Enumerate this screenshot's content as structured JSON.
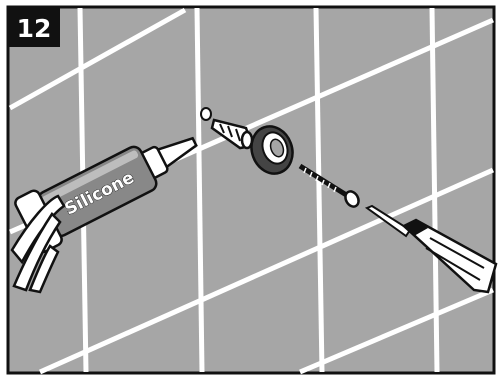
{
  "step": {
    "number": "12"
  },
  "tube": {
    "label": "Silicone"
  },
  "colors": {
    "wall": "#a6a6a6",
    "grout": "#ffffff",
    "outline": "#111111",
    "badge": "#111111"
  },
  "parts": [
    "silicone-tube",
    "wall-plug",
    "rubber-washer",
    "screw",
    "screwdriver"
  ]
}
